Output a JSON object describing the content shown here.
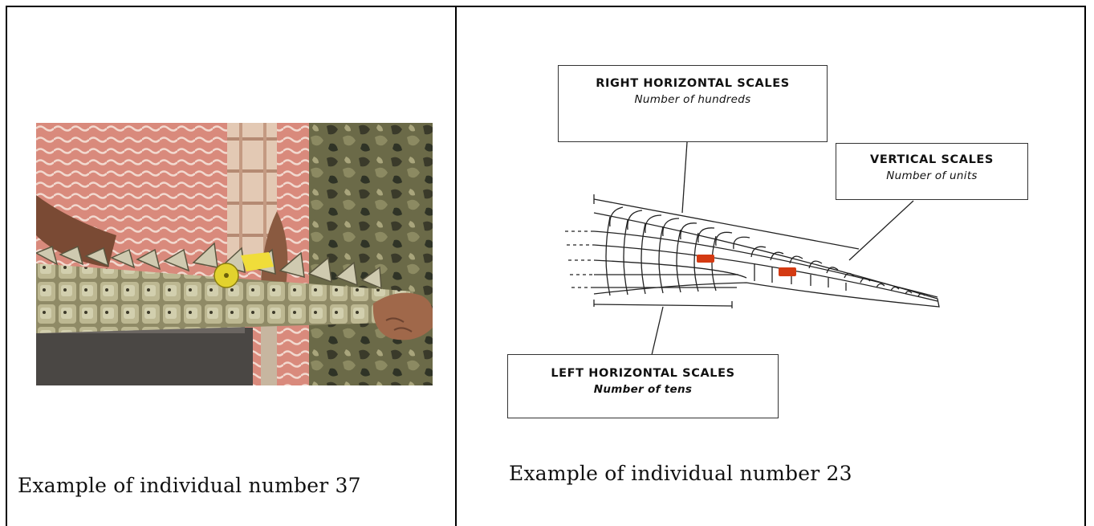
{
  "left_panel": {
    "caption": "Example of individual number 37",
    "photo": {
      "icon": "crocodile-tail-photo"
    }
  },
  "right_panel": {
    "caption": "Example of individual number 23",
    "labels": {
      "right_horizontal": {
        "title": "RIGHT HORIZONTAL SCALES",
        "subtitle": "Number of hundreds"
      },
      "vertical": {
        "title": "VERTICAL SCALES",
        "subtitle": "Number of units"
      },
      "left_horizontal": {
        "title": "LEFT HORIZONTAL SCALES",
        "subtitle": "Number of tens"
      }
    },
    "marker_color": "#d43a12"
  }
}
